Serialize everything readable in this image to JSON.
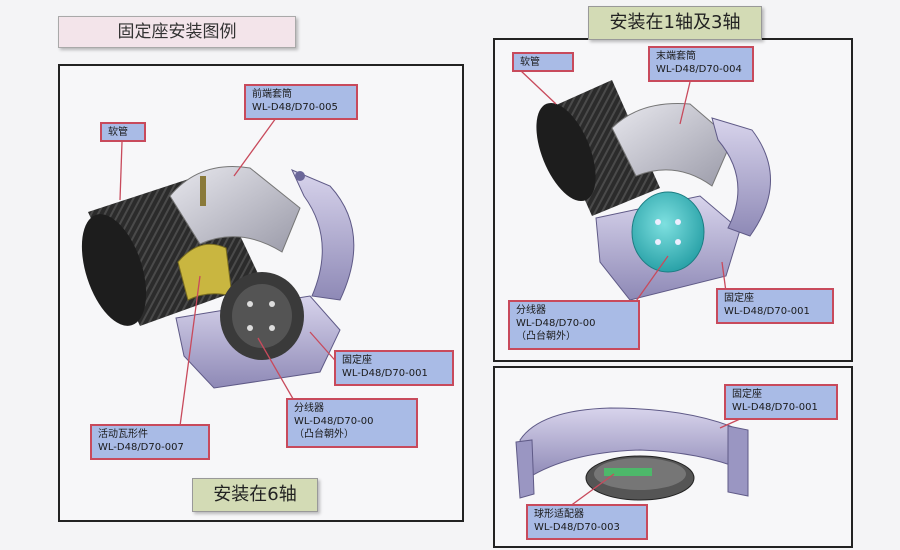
{
  "header": {
    "title": "固定座安装图例"
  },
  "panel_6axis": {
    "section_title": "安装在6轴",
    "labels": {
      "hose": "软管",
      "front_sleeve_name": "前端套筒",
      "front_sleeve_code": "WL-D48/D70-005",
      "fixed_seat_name": "固定座",
      "fixed_seat_code": "WL-D48/D70-001",
      "splitter_name": "分线器",
      "splitter_code": "WL-D48/D70-00",
      "splitter_note": "（凸台朝外）",
      "tile_name": "活动瓦形件",
      "tile_code": "WL-D48/D70-007"
    }
  },
  "panel_1_3axis": {
    "section_title": "安装在1轴及3轴",
    "labels": {
      "hose": "软管",
      "end_sleeve_name": "末端套筒",
      "end_sleeve_code": "WL-D48/D70-004",
      "splitter_name": "分线器",
      "splitter_code": "WL-D48/D70-00",
      "splitter_note": "（凸台朝外）",
      "fixed_seat_name": "固定座",
      "fixed_seat_code": "WL-D48/D70-001"
    }
  },
  "panel_adapter": {
    "labels": {
      "fixed_seat_name": "固定座",
      "fixed_seat_code": "WL-D48/D70-001",
      "adapter_name": "球形适配器",
      "adapter_code": "WL-D48/D70-003"
    }
  },
  "colors": {
    "label_fill": "#a9bbe6",
    "label_border": "#c84a5c",
    "section_title_fill": "#d3dbb5",
    "title_fill": "#f3e4ea"
  }
}
